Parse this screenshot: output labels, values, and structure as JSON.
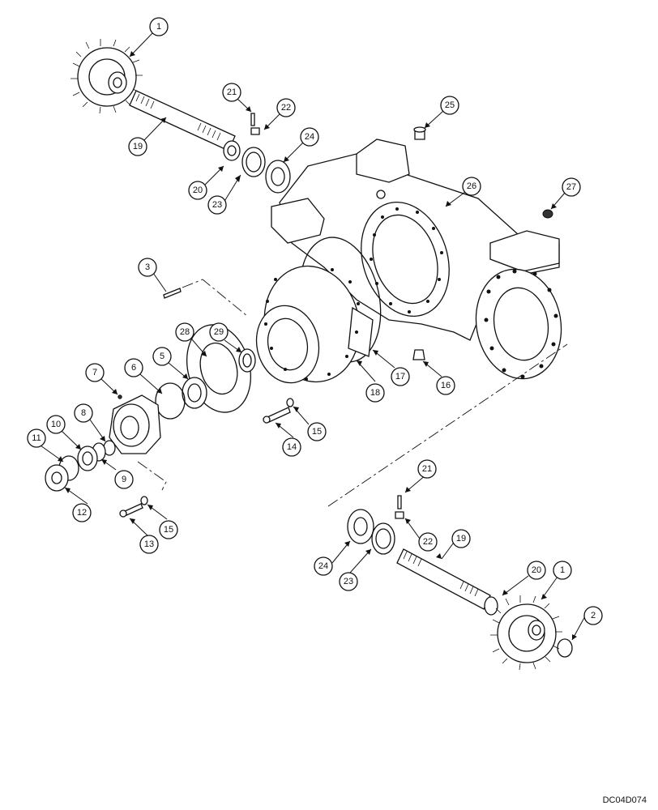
{
  "drawing_code": "DC04D074",
  "callouts": [
    {
      "id": "c1a",
      "label": "1"
    },
    {
      "id": "c19a",
      "label": "19"
    },
    {
      "id": "c21a",
      "label": "21"
    },
    {
      "id": "c22a",
      "label": "22"
    },
    {
      "id": "c20a",
      "label": "20"
    },
    {
      "id": "c23a",
      "label": "23"
    },
    {
      "id": "c24a",
      "label": "24"
    },
    {
      "id": "c25",
      "label": "25"
    },
    {
      "id": "c26",
      "label": "26"
    },
    {
      "id": "c27",
      "label": "27"
    },
    {
      "id": "c3",
      "label": "3"
    },
    {
      "id": "c28",
      "label": "28"
    },
    {
      "id": "c29",
      "label": "29"
    },
    {
      "id": "c7",
      "label": "7"
    },
    {
      "id": "c6",
      "label": "6"
    },
    {
      "id": "c5",
      "label": "5"
    },
    {
      "id": "c8",
      "label": "8"
    },
    {
      "id": "c10",
      "label": "10"
    },
    {
      "id": "c11",
      "label": "11"
    },
    {
      "id": "c9",
      "label": "9"
    },
    {
      "id": "c12",
      "label": "12"
    },
    {
      "id": "c13",
      "label": "13"
    },
    {
      "id": "c15a",
      "label": "15"
    },
    {
      "id": "c14",
      "label": "14"
    },
    {
      "id": "c15b",
      "label": "15"
    },
    {
      "id": "c18",
      "label": "18"
    },
    {
      "id": "c17",
      "label": "17"
    },
    {
      "id": "c16",
      "label": "16"
    },
    {
      "id": "c21b",
      "label": "21"
    },
    {
      "id": "c22b",
      "label": "22"
    },
    {
      "id": "c19b",
      "label": "19"
    },
    {
      "id": "c24b",
      "label": "24"
    },
    {
      "id": "c23b",
      "label": "23"
    },
    {
      "id": "c20b",
      "label": "20"
    },
    {
      "id": "c1b",
      "label": "1"
    },
    {
      "id": "c2",
      "label": "2"
    }
  ]
}
